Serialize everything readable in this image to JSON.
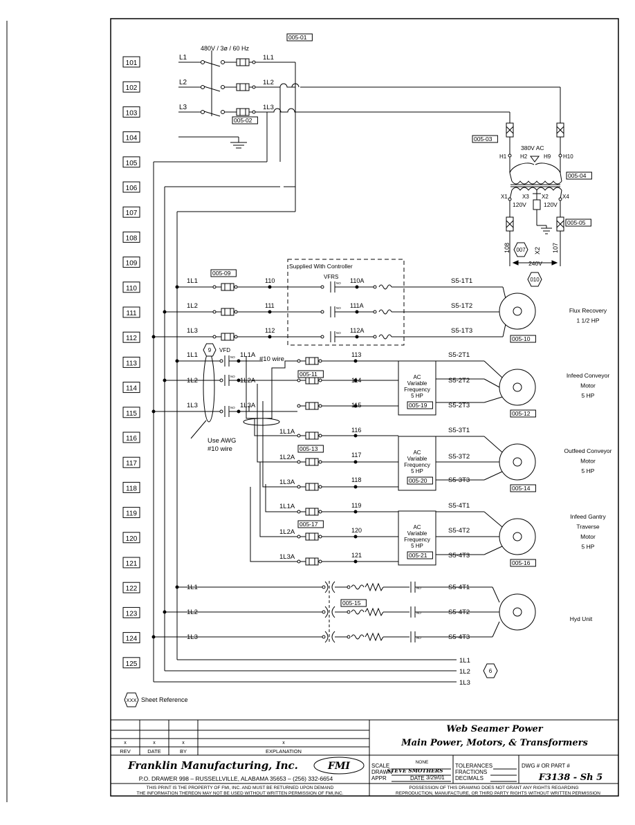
{
  "header": {
    "supply": "480V / 3ø / 60 Hz",
    "xfmr_primary": "380V AC",
    "controller_box": "Supplied With Controller",
    "vfrs": "VFRS",
    "vfd": "VFD",
    "wire_note_a": "#10 wire",
    "wire_note_b1": "Use AWG",
    "wire_note_b2": "#10 wire",
    "legend_ref": "Sheet Reference",
    "legend_ref_symbol": "XXX",
    "no_contact": "NO"
  },
  "ladder_lines": [
    "101",
    "102",
    "103",
    "104",
    "105",
    "106",
    "107",
    "108",
    "109",
    "110",
    "111",
    "112",
    "113",
    "114",
    "115",
    "116",
    "117",
    "118",
    "119",
    "120",
    "121",
    "122",
    "123",
    "124",
    "125"
  ],
  "refs": [
    "005-01",
    "005-02",
    "005-03",
    "005-04",
    "005-05",
    "005-09",
    "005-10",
    "005-11",
    "005-12",
    "005-13",
    "005-14",
    "005-15",
    "005-16",
    "005-17",
    "005-19",
    "005-20",
    "005-21"
  ],
  "hex_refs": [
    "007",
    "010",
    "9",
    "6"
  ],
  "wires": {
    "l1": "L1",
    "l2": "L2",
    "l3": "L3",
    "b1": "1L1",
    "b2": "1L2",
    "b3": "1L3",
    "w110": "110",
    "w111": "111",
    "w112": "112",
    "w110a": "110A",
    "w111a": "111A",
    "w112a": "112A",
    "w113": "113",
    "w114": "114",
    "w115": "115",
    "w116": "116",
    "w117": "117",
    "w118": "118",
    "w119": "119",
    "w120": "120",
    "w121": "121",
    "a1": "1L1A",
    "a2": "1L2A",
    "a3": "1L3A",
    "w108": "108",
    "w107": "107",
    "x2": "X2",
    "h1": "H1",
    "h2": "H2",
    "h9": "H9",
    "h10": "H10",
    "x1": "X1",
    "x3": "X3",
    "xx2": "X2",
    "x4": "X4",
    "v120": "120V",
    "v240": "240V"
  },
  "terminals": [
    "S5-1T1",
    "S5-1T2",
    "S5-1T3",
    "S5-2T1",
    "S5-2T2",
    "S5-2T3",
    "S5-3T1",
    "S5-3T2",
    "S5-3T3",
    "S5-4T1",
    "S5-4T2",
    "S5-4T3",
    "S5-4T1",
    "S5-4T2",
    "S5-4T3"
  ],
  "vfd_box": {
    "l1": "AC",
    "l2": "Variable",
    "l3": "Frequency",
    "l4": "5 HP"
  },
  "motors": [
    {
      "lines": [
        "Flux Recovery",
        "1 1/2 HP"
      ]
    },
    {
      "lines": [
        "Infeed Conveyor",
        "Motor",
        "5 HP"
      ]
    },
    {
      "lines": [
        "Outfeed Conveyor",
        "Motor",
        "5 HP"
      ]
    },
    {
      "lines": [
        "Infeed Gantry",
        "Traverse",
        "Motor",
        "5 HP"
      ]
    },
    {
      "lines": [
        "Hyd Unit"
      ]
    }
  ],
  "title_block": {
    "title1": "Web Seamer Power",
    "title2": "Main Power, Motors, & Transformers",
    "company": "Franklin Manufacturing, Inc.",
    "logo": "FMI",
    "address": "P.O. DRAWER 998 – RUSSELLVILLE, ALABAMA 35653 – (256) 332-6654",
    "rev_marks": [
      "x",
      "x",
      "x",
      "x"
    ],
    "rev_head": [
      "REV",
      "DATE",
      "BY",
      "EXPLANATION"
    ],
    "scale_label": "SCALE",
    "scale_value": "NONE",
    "drawn_label": "DRAWN",
    "drawn_value": "STEVE SMOTHERS",
    "appr_label": "APPR",
    "date_label": "DATE",
    "date_value": "3/29/01",
    "tol_label": "TOLERANCES",
    "frac_label": "FRACTIONS",
    "dec_label": "DECIMALS",
    "dwg_label": "DWG # OR PART #",
    "dwg_value": "F3138 - Sh 5",
    "property1": "THIS PRINT IS THE PROPERTY OF FMI, INC. AND MUST BE RETURNED UPON DEMAND",
    "property2": "THE INFORMATION THEREON MAY NOT BE USED WITHOUT WRITTEN PERMISSION OF FMI,INC.",
    "rights1": "POSSESSION OF THIS DRAWING DOES NOT GRANT ANY RIGHTS REGARDING",
    "rights2": "REPRODUCTION, MANUFACTURE, OR THIRD PARTY RIGHTS WITHOUT WRITTEN PERMISSION"
  }
}
